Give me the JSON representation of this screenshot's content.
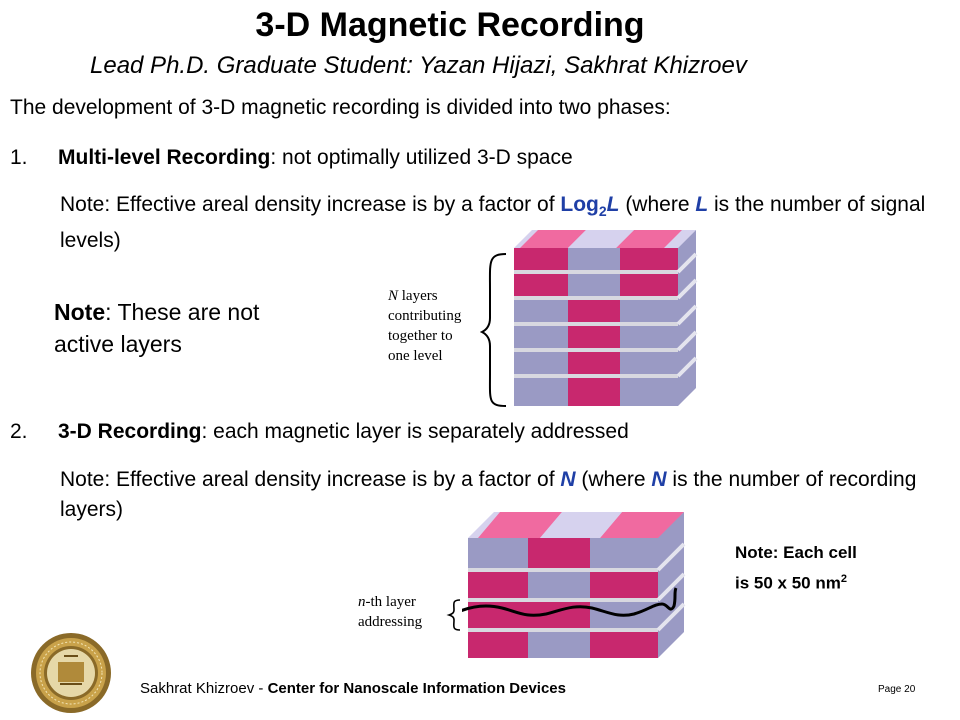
{
  "title": "3-D Magnetic Recording",
  "subtitle": "Lead Ph.D. Graduate Student: Yazan Hijazi, Sakhrat Khizroev",
  "intro": "The development of 3-D magnetic recording is divided into two phases:",
  "phase1": {
    "num": "1.",
    "name": "Multi-level Recording",
    "rest": ": not optimally utilized 3-D space"
  },
  "note1": {
    "a": "Note: Effective areal density increase is by a factor of ",
    "log": "Log",
    "sub": "2",
    "L": "L",
    "b": " (where ",
    "L2": "L",
    "c": " is the number of signal levels)"
  },
  "active_note": {
    "bold": "Note",
    "rest": ": These are not",
    "line2": "active layers"
  },
  "cube1_label": {
    "n": "N",
    "l1": " layers",
    "l2": "contributing",
    "l3": "together to",
    "l4": "one level"
  },
  "phase2": {
    "num": "2.",
    "name": "3-D Recording",
    "rest": ": each magnetic layer is separately addressed"
  },
  "note2": {
    "a": "Note: Effective areal density increase is by a factor of ",
    "N": "N",
    "b": " (where ",
    "N2": "N",
    "c": " is the number of recording layers)"
  },
  "cell_note": {
    "l1": "Note: Each cell",
    "l2": "is 50 x 50 nm",
    "sup": "2"
  },
  "cube2_label": {
    "n": "n",
    "l1": "-th layer",
    "l2": "addressing"
  },
  "footer": {
    "name": "Sakhrat Khizroev - ",
    "org": "Center for Nanoscale Information Devices"
  },
  "page": "Page 20",
  "colors": {
    "magenta": "#c8286e",
    "lavender": "#9a9ac4",
    "pink": "#f06aa0",
    "light": "#d6d2ee",
    "blue_text": "#1f3fa6"
  }
}
